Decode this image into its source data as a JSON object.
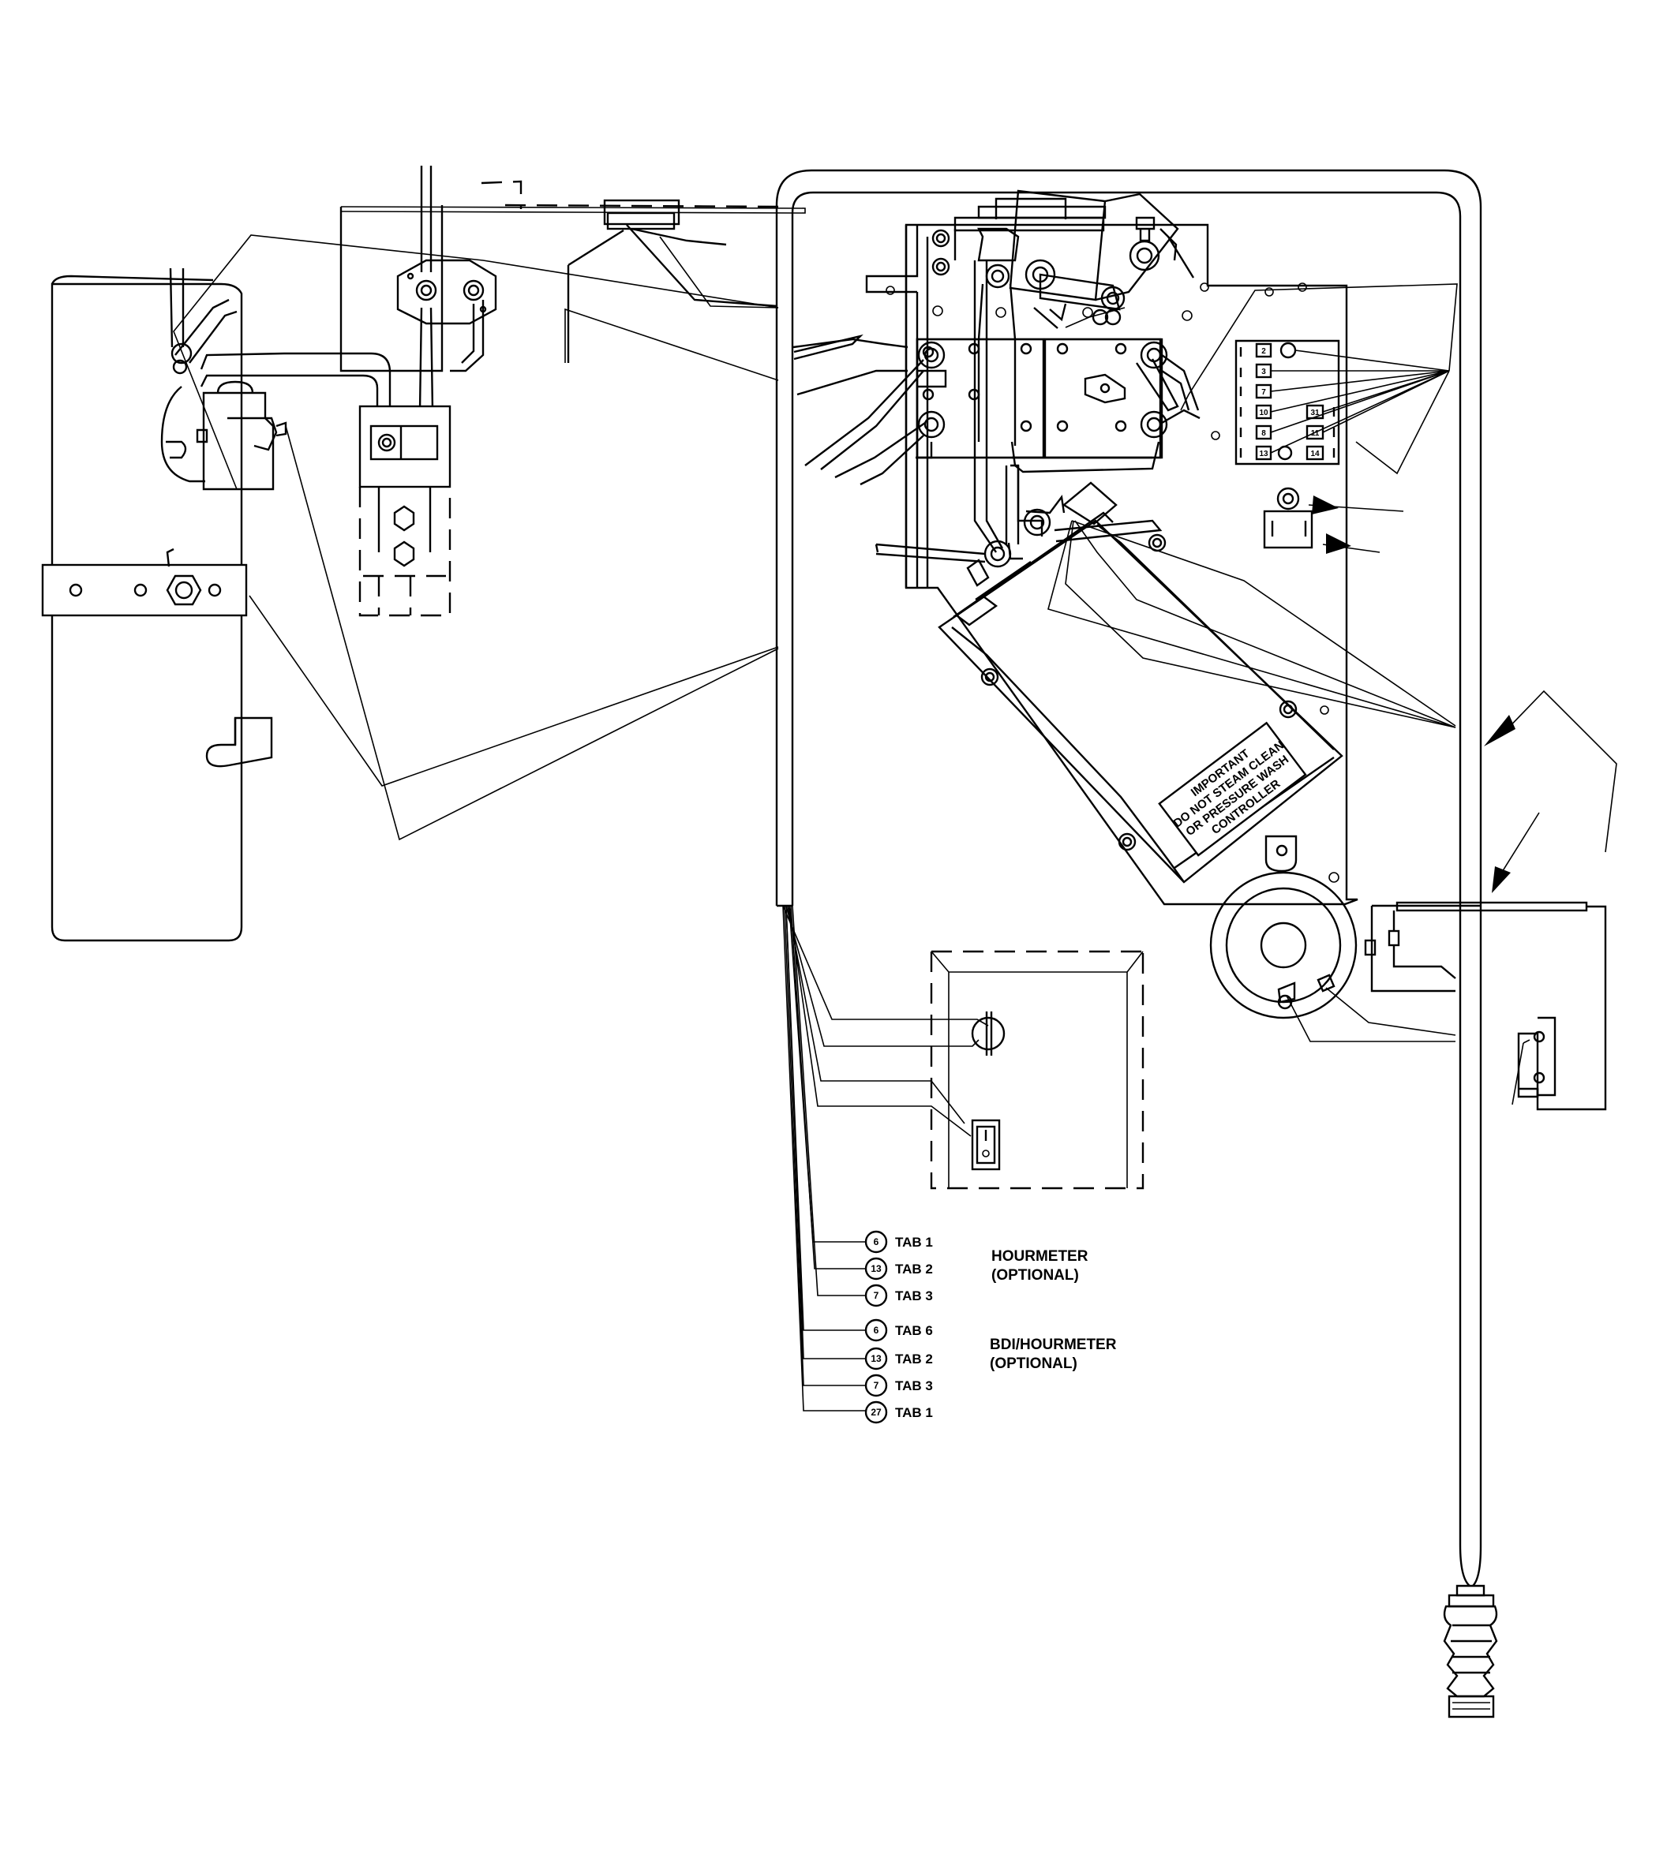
{
  "warning_label": {
    "lines": [
      "IMPORTANT",
      "DO NOT STEAM CLEAN",
      "OR PRESSURE WASH",
      "CONTROLLER"
    ]
  },
  "hourmeter": {
    "title_lines": [
      "HOURMETER",
      "(OPTIONAL)"
    ],
    "connections": [
      {
        "wire": "6",
        "tab": "TAB 1"
      },
      {
        "wire": "13",
        "tab": "TAB 2"
      },
      {
        "wire": "7",
        "tab": "TAB 3"
      }
    ]
  },
  "bdi_hourmeter": {
    "title_lines": [
      "BDI/HOURMETER",
      "(OPTIONAL)"
    ],
    "connections": [
      {
        "wire": "6",
        "tab": "TAB 6"
      },
      {
        "wire": "13",
        "tab": "TAB 2"
      },
      {
        "wire": "7",
        "tab": "TAB 3"
      },
      {
        "wire": "27",
        "tab": "TAB 1"
      }
    ]
  },
  "terminal_strip": {
    "left_column": [
      "2",
      "3",
      "7",
      "10",
      "8",
      "13"
    ],
    "right_column": [
      "31",
      "11",
      "14"
    ]
  }
}
